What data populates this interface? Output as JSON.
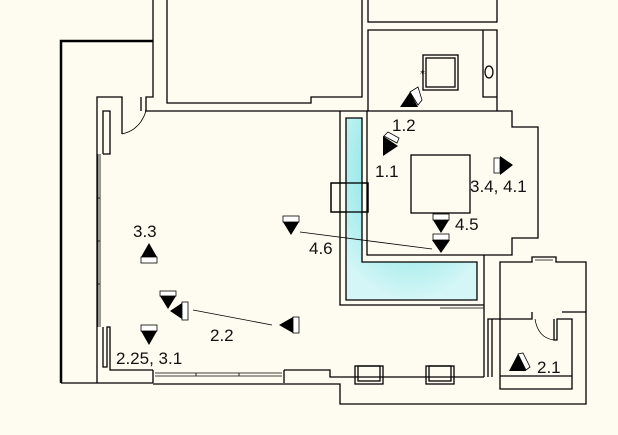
{
  "plan": {
    "colors": {
      "background": "#fefcf0",
      "pool": "#6fe0e0",
      "walls": "#000000"
    },
    "labels": {
      "l_1_2": "1.2",
      "l_1_1": "1.1",
      "l_3_4_4_1": "3.4, 4.1",
      "l_4_5": "4.5",
      "l_4_6": "4.6",
      "l_3_3": "3.3",
      "l_2_2": "2.2",
      "l_2_25_3_1": "2.25, 3.1",
      "l_2_1": "2.1"
    }
  }
}
